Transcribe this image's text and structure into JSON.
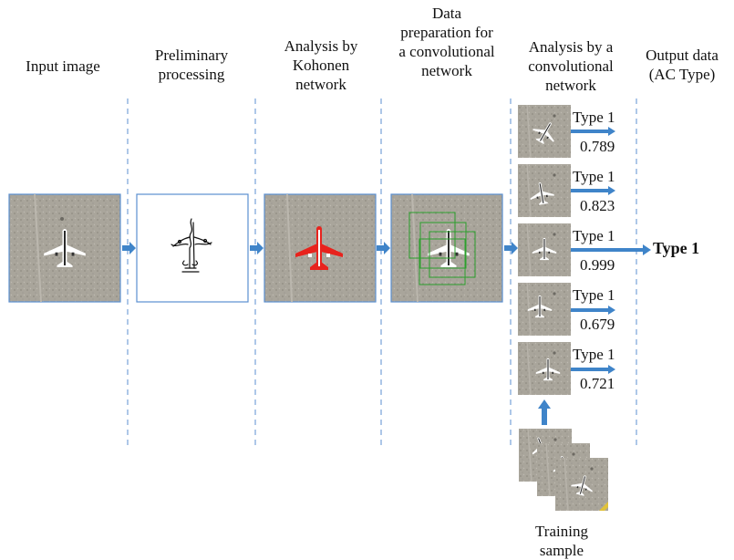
{
  "stages": [
    {
      "header": "Input image"
    },
    {
      "header": "Preliminary\nprocessing"
    },
    {
      "header": "Analysis by\nKohonen\nnetwork"
    },
    {
      "header": "Data\npreparation for\na convolutional\nnetwork"
    },
    {
      "header": "Analysis by a\nconvolutional\nnetwork"
    },
    {
      "header": "Output data\n(AC Type)"
    }
  ],
  "results": [
    {
      "label": "Type 1",
      "score": "0.789"
    },
    {
      "label": "Type 1",
      "score": "0.823"
    },
    {
      "label": "Type 1",
      "score": "0.999"
    },
    {
      "label": "Type 1",
      "score": "0.679"
    },
    {
      "label": "Type 1",
      "score": "0.721"
    }
  ],
  "output": {
    "label": "Type 1"
  },
  "training": {
    "label": "Training\nsample"
  },
  "colors": {
    "accent": "#3f84c9",
    "divider": "#5b8fd0",
    "tarmac": "#a8a49a",
    "highlight": "#e8231d",
    "window": "#2ca02c"
  }
}
